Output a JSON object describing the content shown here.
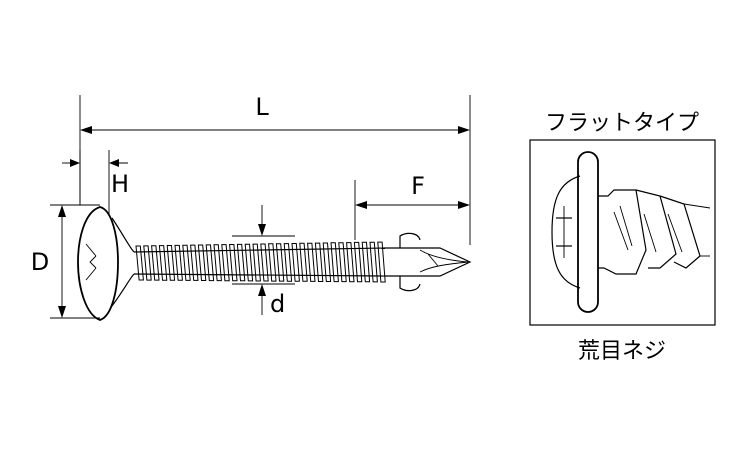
{
  "dimensions": {
    "L": "L",
    "H": "H",
    "F": "F",
    "D": "D",
    "d": "d"
  },
  "inset": {
    "title": "フラットタイプ",
    "caption": "荒目ネジ"
  }
}
